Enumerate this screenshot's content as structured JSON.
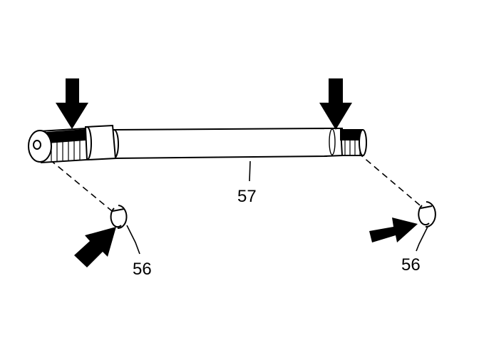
{
  "labels": {
    "shaft": "57",
    "ring_left": "56",
    "ring_right": "56"
  },
  "colors": {
    "line": "#000000",
    "background": "#ffffff"
  }
}
